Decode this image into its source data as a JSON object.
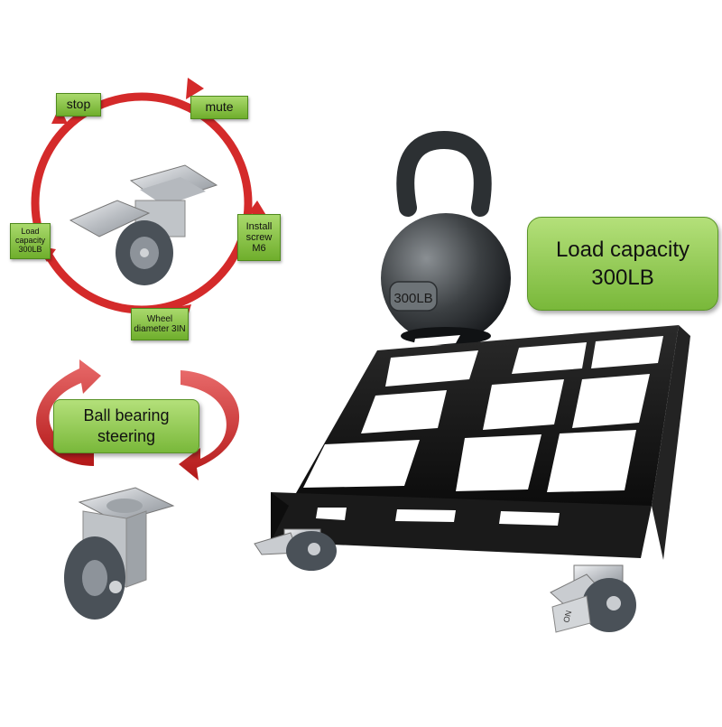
{
  "cycle_labels": {
    "stop": "stop",
    "mute": "mute",
    "install": [
      "Install",
      "screw",
      "M6"
    ],
    "wheel": [
      "Wheel",
      "diameter 3IN"
    ],
    "load": [
      "Load",
      "capacity",
      "300LB"
    ]
  },
  "kettlebell_text": "300LB",
  "load_capacity": [
    "Load capacity",
    "300LB"
  ],
  "ball_bearing": [
    "Ball bearing",
    "steering"
  ],
  "caster_plate_text": "ON",
  "colors": {
    "arrow_red": "#d42a2a",
    "tag_green": "#8cc94b",
    "frame_black": "#1b1b1b",
    "wheel_gray": "#4a5158",
    "metal": "#c9ccd0"
  }
}
